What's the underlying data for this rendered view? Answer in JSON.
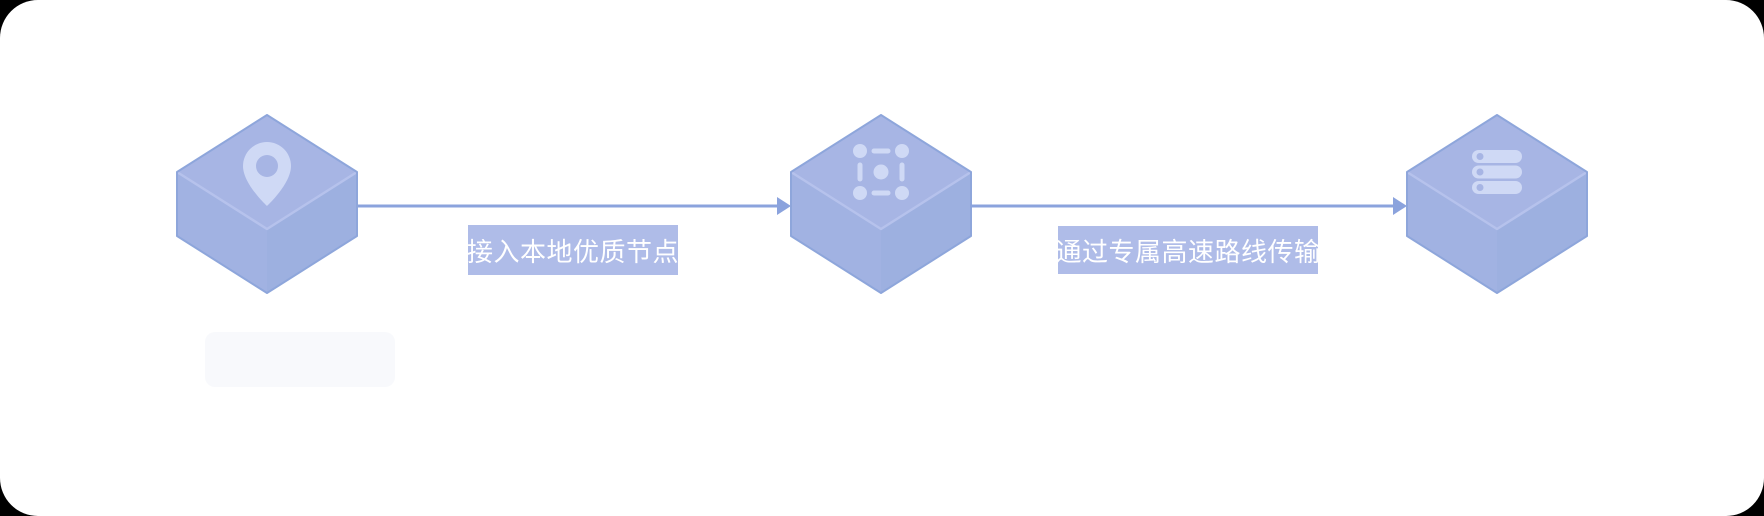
{
  "diagram": {
    "type": "flow",
    "nodes": [
      {
        "id": "local-access-node",
        "icon": "location-pin-icon"
      },
      {
        "id": "network-relay-node",
        "icon": "network-group-icon"
      },
      {
        "id": "server-node",
        "icon": "server-stack-icon"
      }
    ],
    "edges": [
      {
        "from": "local-access-node",
        "to": "network-relay-node",
        "label": "接入本地优质节点"
      },
      {
        "from": "network-relay-node",
        "to": "server-node",
        "label": "通过专属高速路线传输"
      }
    ]
  },
  "colors": {
    "card": "#ffffff",
    "cube_top": "#a7b5e4",
    "cube_left": "#a1b2e2",
    "cube_right": "#9db0e0",
    "cube_edge_light": "#b6c2ec",
    "cube_stroke": "#8ea6db",
    "icon": "#cfd9f5",
    "arrow": "#8ba3dd",
    "label_bg": "#afbce8",
    "label_text": "#ffffff"
  }
}
